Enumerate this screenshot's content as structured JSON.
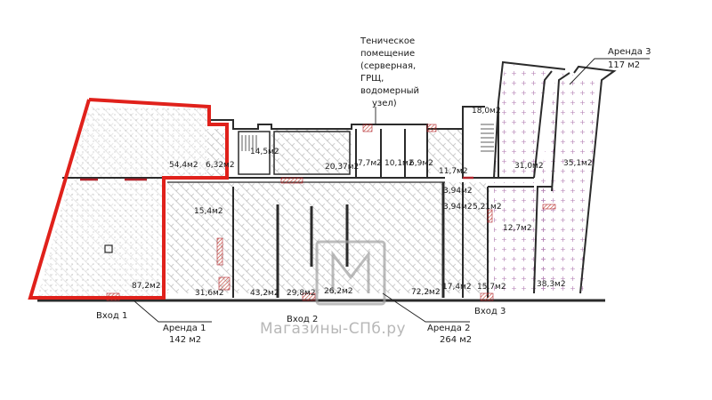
{
  "tech_note": [
    "Теническое",
    "помещение",
    "(серверная,",
    "ГРЩ,",
    "водомерный",
    "узел)"
  ],
  "rooms": {
    "r544": "54,4м2",
    "r632": "6,32м2",
    "r872": "87,2м2",
    "r154": "15,4м2",
    "r145": "14,5м2",
    "r316": "31,6м2",
    "r432": "43,2м2",
    "r298": "29,8м2",
    "r262": "26,2м2",
    "r2037": "20,37м2",
    "r77": "7,7м2",
    "r101": "10,1м2",
    "r69": "6,9м2",
    "r117": "11,7м2",
    "r180": "18,0м2",
    "r394a": "3,94м2",
    "r394b": "3,94м2",
    "r521": "5,21м2",
    "r722": "72,2м2",
    "r174": "17,4м2",
    "r157": "15,7м2",
    "r310": "31,0м2",
    "r351": "35,1м2",
    "r127": "12,7м2",
    "r383": "38,3м2"
  },
  "entrances": {
    "e1": "Вход 1",
    "e2": "Вход 2",
    "e3": "Вход 3"
  },
  "rentals": {
    "a1_name": "Аренда 1",
    "a1_area": "142 м2",
    "a2_name": "Аренда 2",
    "a2_area": "264 м2",
    "a3_name": "Аренда 3",
    "a3_area": "117 м2"
  },
  "watermark": "Магазины-СПб.ру",
  "colors": {
    "outline": "#e0211b",
    "wall": "#2b2b2b",
    "door": "#b0222a",
    "hatch": "#8a8a8a"
  }
}
